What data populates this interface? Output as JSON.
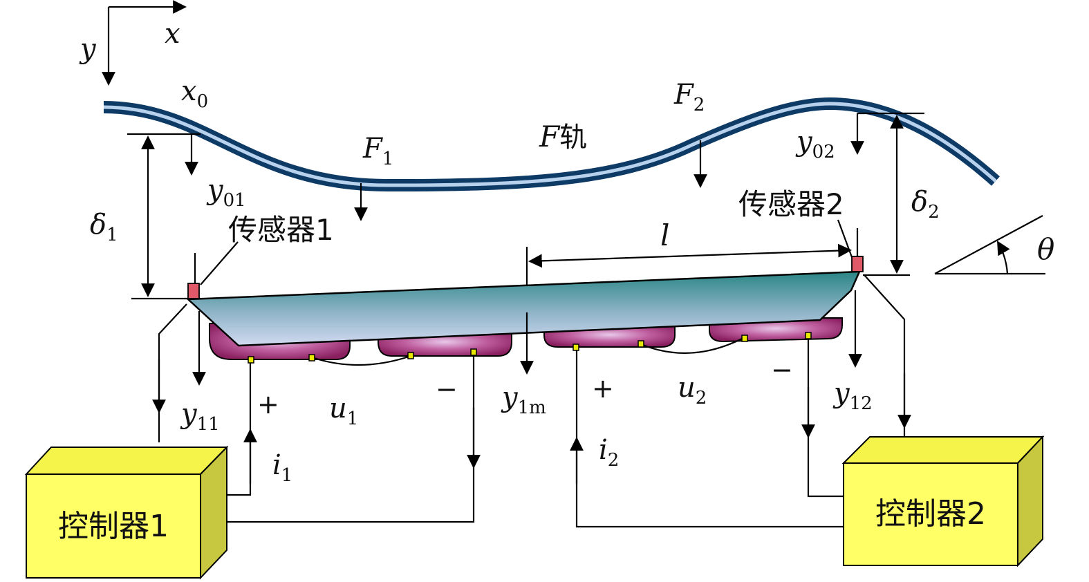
{
  "axes": {
    "x_label": "x",
    "y_label": "y"
  },
  "labels": {
    "x0": {
      "main": "x",
      "sub": "0"
    },
    "F1": {
      "main": "F",
      "sub": "1"
    },
    "F2": {
      "main": "F",
      "sub": "2"
    },
    "F_rail": {
      "main": "F",
      "suffix": "轨"
    },
    "y01": {
      "main": "y",
      "sub": "01"
    },
    "y02": {
      "main": "y",
      "sub": "02"
    },
    "y11": {
      "main": "y",
      "sub": "11"
    },
    "y12": {
      "main": "y",
      "sub": "12"
    },
    "y1m": {
      "main": "y",
      "sub": "1m"
    },
    "delta1": {
      "main": "δ",
      "sub": "1"
    },
    "delta2": {
      "main": "δ",
      "sub": "2"
    },
    "l": "l",
    "theta": "θ",
    "u1": {
      "main": "u",
      "sub": "1"
    },
    "u2": {
      "main": "u",
      "sub": "2"
    },
    "i1": {
      "main": "i",
      "sub": "1"
    },
    "i2": {
      "main": "i",
      "sub": "2"
    },
    "plus1": "+",
    "minus1": "−",
    "plus2": "+",
    "minus2": "−"
  },
  "sensors": {
    "sensor1": "传感器1",
    "sensor2": "传感器2"
  },
  "controllers": {
    "controller1": "控制器1",
    "controller2": "控制器2"
  },
  "colors": {
    "rail": "#1f4e79",
    "rail_highlight": "#a9c6e8",
    "beam_top": "#2f8f8f",
    "beam_bottom": "#c8d4ee",
    "magnet": "#a0306e",
    "magnet_light": "#e0b8e0",
    "sensor": "#e05a6a",
    "terminal": "#e8e800",
    "controller_front": "#ffff66",
    "controller_side": "#c8c840"
  }
}
